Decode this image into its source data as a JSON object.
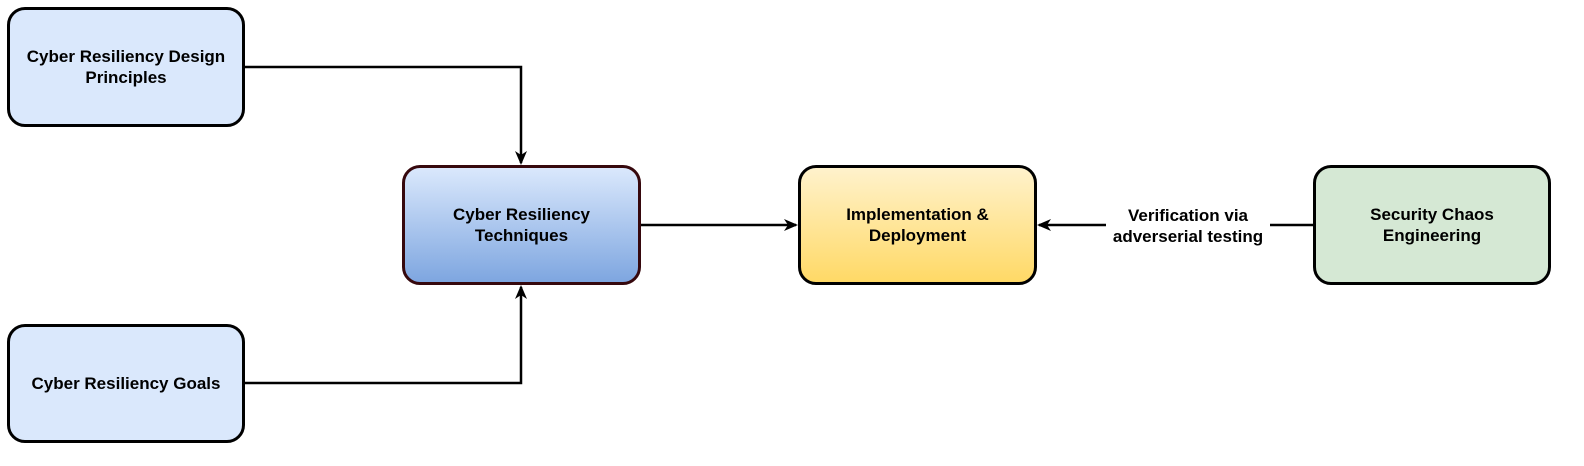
{
  "nodes": {
    "principles": {
      "label": "Cyber Resiliency Design Principles"
    },
    "goals": {
      "label": "Cyber Resiliency Goals"
    },
    "techniques": {
      "label": "Cyber Resiliency Techniques"
    },
    "implementation": {
      "label": "Implementation & Deployment"
    },
    "chaos": {
      "label": "Security Chaos Engineering"
    }
  },
  "edges": {
    "verification_label": "Verification via adverserial testing"
  },
  "colors": {
    "light_blue_fill": "#dae8fc",
    "blue_gradient_end": "#7ea6e0",
    "yellow_gradient_start": "#fff2cc",
    "yellow_gradient_end": "#ffd966",
    "green_fill": "#d5e8d4",
    "techniques_border": "#36080d",
    "stroke": "#000000"
  }
}
